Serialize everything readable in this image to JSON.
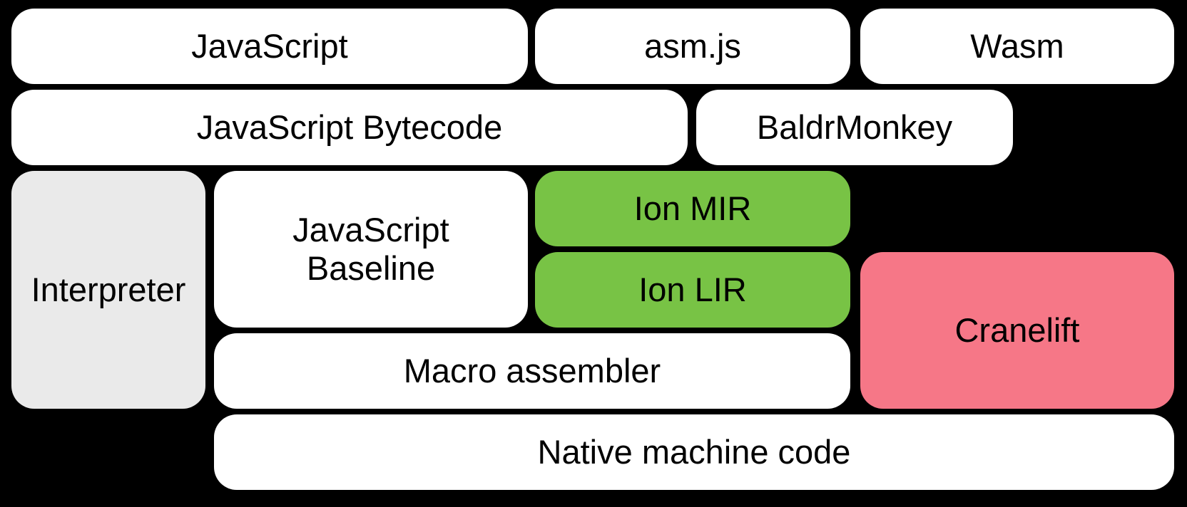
{
  "diagram": {
    "background_color": "#000000",
    "text_color": "#000000",
    "palette": {
      "white": "#FFFFFF",
      "gray": "#EAEAEA",
      "green": "#78C345",
      "pink": "#F67787"
    },
    "boxes": [
      {
        "id": "javascript",
        "label": "JavaScript",
        "color": "white"
      },
      {
        "id": "asmjs",
        "label": "asm.js",
        "color": "white"
      },
      {
        "id": "wasm",
        "label": "Wasm",
        "color": "white"
      },
      {
        "id": "javascript-bytecode",
        "label": "JavaScript Bytecode",
        "color": "white"
      },
      {
        "id": "baldrmonkey",
        "label": "BaldrMonkey",
        "color": "white"
      },
      {
        "id": "interpreter",
        "label": "Interpreter",
        "color": "gray"
      },
      {
        "id": "javascript-baseline",
        "label": "JavaScript\nBaseline",
        "color": "white"
      },
      {
        "id": "ion-mir",
        "label": "Ion MIR",
        "color": "green"
      },
      {
        "id": "ion-lir",
        "label": "Ion LIR",
        "color": "green"
      },
      {
        "id": "cranelift",
        "label": "Cranelift",
        "color": "pink"
      },
      {
        "id": "macro-assembler",
        "label": "Macro assembler",
        "color": "white"
      },
      {
        "id": "native-machine-code",
        "label": "Native machine code",
        "color": "white"
      }
    ]
  }
}
